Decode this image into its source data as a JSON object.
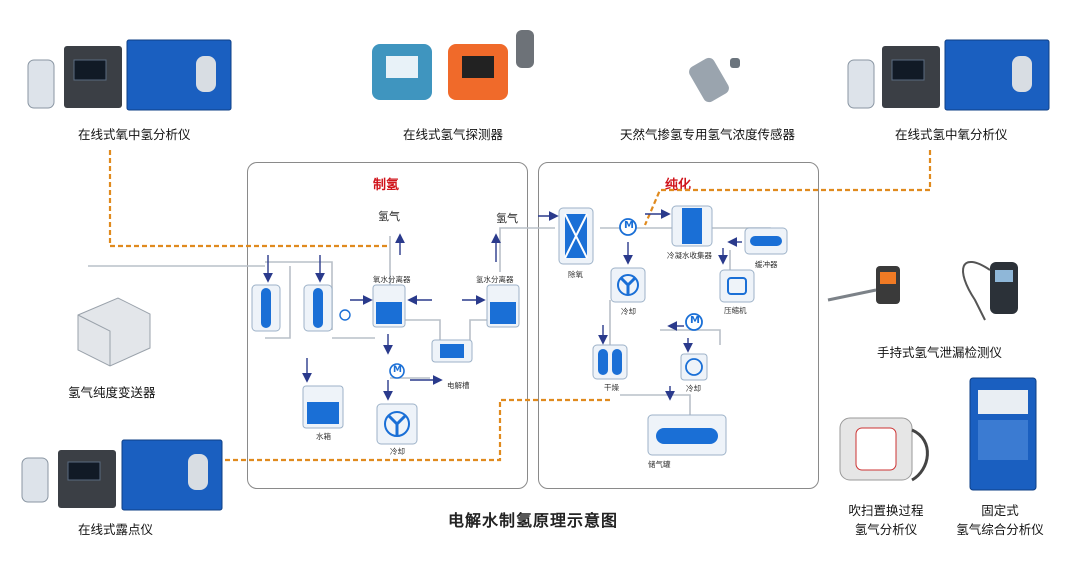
{
  "title": "电解水制氢原理示意图",
  "sections": {
    "production": "制氢",
    "purification": "纯化"
  },
  "devices": {
    "top_left": "在线式氧中氢分析仪",
    "top_mid": "在线式氢气探测器",
    "top_right_mid": "天然气掺氢专用氢气浓度传感器",
    "top_right": "在线式氢中氧分析仪",
    "mid_left": "氢气纯度变送器",
    "bottom_left": "在线式露点仪",
    "right_mid": "手持式氢气泄漏检测仪",
    "bottom_right_1": [
      "吹扫置换过程",
      "氢气分析仪"
    ],
    "bottom_right_2": [
      "固定式",
      "氢气综合分析仪"
    ]
  },
  "process": {
    "gas_left": "氢气",
    "gas_right": "氢气",
    "separator_left": "氧水分离器",
    "separator_right": "氢水分离器",
    "water_tank": "水箱",
    "cooling_left": "冷却",
    "electrolyzer": "电解槽",
    "deoxygen": "除氧",
    "cooling_mid": "冷却",
    "condenser": "冷凝水收集器",
    "buffer": "缓冲器",
    "compressor": "压缩机",
    "dryer": "干燥",
    "cooling_right": "冷却",
    "storage": "储气罐",
    "motor_symbol": "M"
  },
  "colors": {
    "process_blue": "#1a6fd6",
    "arrow_navy": "#2a3a8c",
    "signal_orange": "#e08a1e",
    "title_red": "#d0141b",
    "panel_border": "#8a8a8a"
  }
}
